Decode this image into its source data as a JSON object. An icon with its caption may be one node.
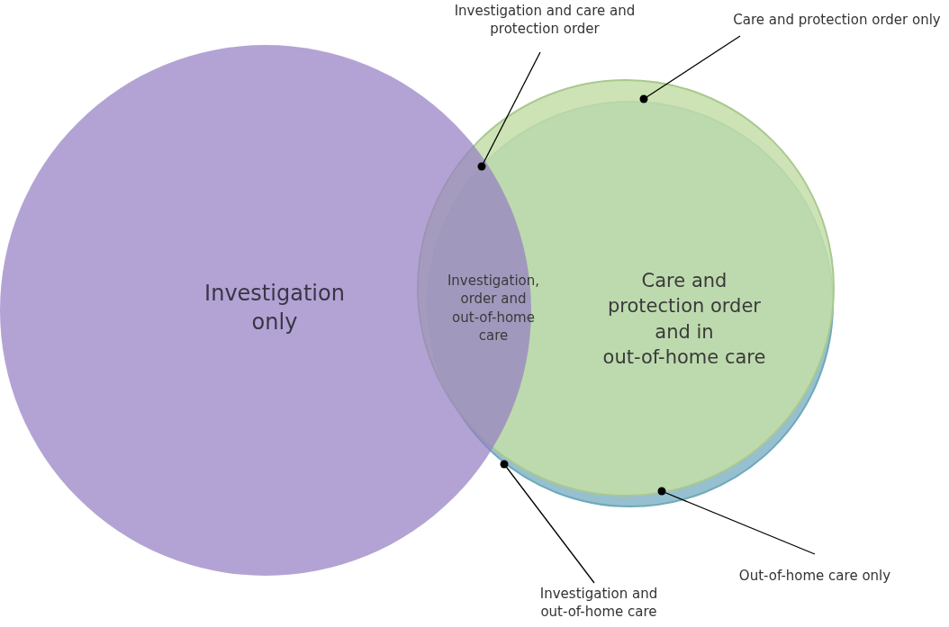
{
  "diagram": {
    "nodes": [
      {
        "text": [
          "Investigation only"
        ]
      },
      {
        "text": [],
        "shape": "circle"
      },
      {
        "text": [],
        "shape": "circle"
      },
      {
        "text": [
          "Investigation and care and protection order"
        ]
      },
      {
        "text": [
          "Care and protection order only"
        ]
      },
      {
        "text": [
          "Investigation and out-of-home care"
        ]
      },
      {
        "text": [
          "Out-of-home care only"
        ]
      }
    ],
    "edges": [
      {
        "from": 3,
        "to": 2,
        "arrow": "other"
      },
      {
        "from": 4,
        "to": 1,
        "arrow": "other"
      },
      {
        "from": 5,
        "to": 2,
        "arrow": "other"
      },
      {
        "from": 6,
        "to": 2,
        "arrow": "other"
      }
    ],
    "labels": [
      "Investigation, order and out-of-home care",
      "Care and protection order and in out-of-home care"
    ]
  }
}
